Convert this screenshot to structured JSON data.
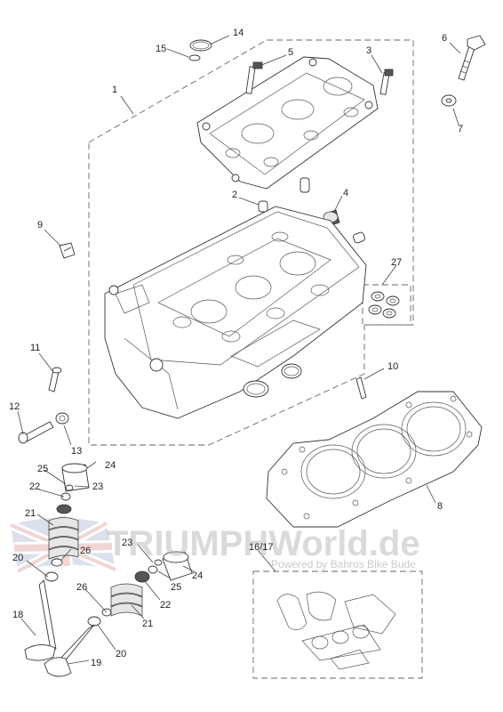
{
  "callouts": [
    {
      "id": "c1",
      "text": "1"
    },
    {
      "id": "c2",
      "text": "2"
    },
    {
      "id": "c3",
      "text": "3"
    },
    {
      "id": "c4",
      "text": "4"
    },
    {
      "id": "c5",
      "text": "5"
    },
    {
      "id": "c6",
      "text": "6"
    },
    {
      "id": "c7",
      "text": "7"
    },
    {
      "id": "c8",
      "text": "8"
    },
    {
      "id": "c9",
      "text": "9"
    },
    {
      "id": "c10",
      "text": "10"
    },
    {
      "id": "c11",
      "text": "11"
    },
    {
      "id": "c12",
      "text": "12"
    },
    {
      "id": "c13",
      "text": "13"
    },
    {
      "id": "c14",
      "text": "14"
    },
    {
      "id": "c15",
      "text": "15"
    },
    {
      "id": "c16",
      "text": "16/17"
    },
    {
      "id": "c18",
      "text": "18"
    },
    {
      "id": "c19",
      "text": "19"
    },
    {
      "id": "c20a",
      "text": "20"
    },
    {
      "id": "c20b",
      "text": "20"
    },
    {
      "id": "c21a",
      "text": "21"
    },
    {
      "id": "c21b",
      "text": "21"
    },
    {
      "id": "c22a",
      "text": "22"
    },
    {
      "id": "c22b",
      "text": "22"
    },
    {
      "id": "c23a",
      "text": "23"
    },
    {
      "id": "c23b",
      "text": "23"
    },
    {
      "id": "c24a",
      "text": "24"
    },
    {
      "id": "c24b",
      "text": "24"
    },
    {
      "id": "c25a",
      "text": "25"
    },
    {
      "id": "c25b",
      "text": "25"
    },
    {
      "id": "c26a",
      "text": "26"
    },
    {
      "id": "c26b",
      "text": "26"
    },
    {
      "id": "c27",
      "text": "27"
    }
  ],
  "watermark": {
    "title": "TRIUMPHWorld.de",
    "subtitle": "Powered by Bahros Bike Bude",
    "flag_icon": "union-jack-icon"
  }
}
